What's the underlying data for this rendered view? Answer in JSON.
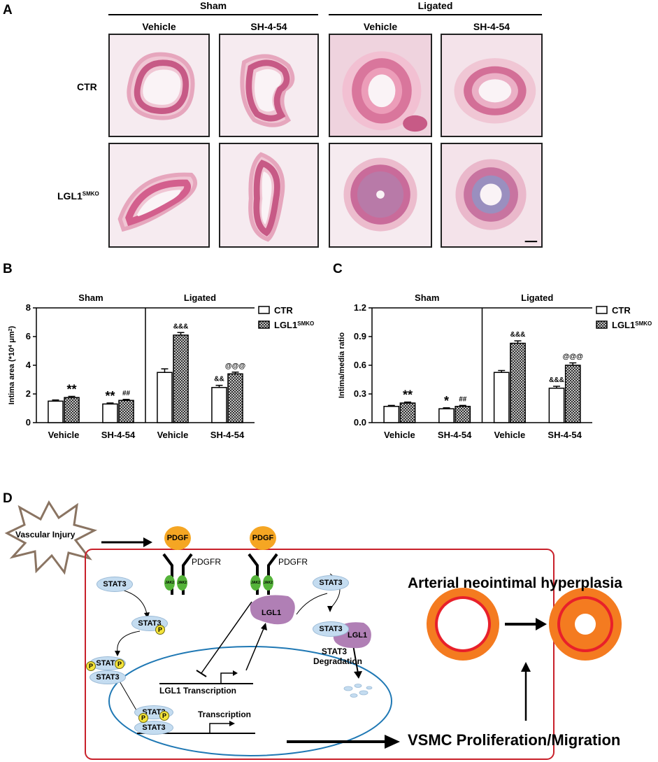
{
  "panel_a": {
    "label": "A",
    "group_sham": "Sham",
    "group_ligated": "Ligated",
    "col_vehicle_1": "Vehicle",
    "col_drug_1": "SH-4-54",
    "col_vehicle_2": "Vehicle",
    "col_drug_2": "SH-4-54",
    "row_ctr": "CTR",
    "row_ko_base": "LGL1",
    "row_ko_sup": "SMKO"
  },
  "chart_data": [
    {
      "type": "bar",
      "panel": "B",
      "ylabel_prefix": "Intima area (*10",
      "ylabel_sup1": "4",
      "ylabel_mid": " μm",
      "ylabel_sup2": "2",
      "ylabel_suffix": ")",
      "ylim": [
        0,
        8
      ],
      "yticks": [
        "0",
        "2",
        "4",
        "6",
        "8"
      ],
      "group_labels": [
        "Sham",
        "Ligated"
      ],
      "categories": [
        "Vehicle",
        "SH-4-54",
        "Vehicle",
        "SH-4-54"
      ],
      "series": [
        {
          "name": "CTR",
          "values": [
            1.5,
            1.3,
            3.5,
            2.45
          ],
          "errors": [
            0.08,
            0.07,
            0.25,
            0.15
          ],
          "annotations": [
            "",
            "**",
            "",
            "&&"
          ]
        },
        {
          "name": "LGL1SMKO",
          "values": [
            1.75,
            1.55,
            6.1,
            3.4
          ],
          "errors": [
            0.08,
            0.07,
            0.18,
            0.12
          ],
          "annotations": [
            "**",
            "##",
            "&&&",
            "@@@"
          ]
        }
      ],
      "legend": [
        "CTR",
        "LGL1"
      ],
      "legend_sup": "SMKO",
      "legend_position": "top-right"
    },
    {
      "type": "bar",
      "panel": "C",
      "ylabel": "Intima/media ratio",
      "ylim": [
        0,
        1.2
      ],
      "yticks": [
        "0.0",
        "0.3",
        "0.6",
        "0.9",
        "1.2"
      ],
      "group_labels": [
        "Sham",
        "Ligated"
      ],
      "categories": [
        "Vehicle",
        "SH-4-54",
        "Vehicle",
        "SH-4-54"
      ],
      "series": [
        {
          "name": "CTR",
          "values": [
            0.17,
            0.145,
            0.525,
            0.36
          ],
          "errors": [
            0.01,
            0.01,
            0.02,
            0.02
          ],
          "annotations": [
            "",
            "*",
            "",
            "&&&"
          ]
        },
        {
          "name": "LGL1SMKO",
          "values": [
            0.205,
            0.17,
            0.83,
            0.6
          ],
          "errors": [
            0.01,
            0.01,
            0.025,
            0.025
          ],
          "annotations": [
            "**",
            "##",
            "&&&",
            "@@@"
          ]
        }
      ],
      "legend": [
        "CTR",
        "LGL1"
      ],
      "legend_sup": "SMKO",
      "legend_position": "top-right"
    }
  ],
  "panel_b": {
    "label": "B"
  },
  "panel_c": {
    "label": "C"
  },
  "panel_d": {
    "label": "D",
    "injury": "Vascular Injury",
    "pdgf": "PDGF",
    "pdgfr": "PDGFR",
    "jak": "JAK2",
    "stat3": "STAT3",
    "p": "P",
    "lgl1": "LGL1",
    "lgl1_transcription": "LGL1 Transcription",
    "transcription": "Transcription",
    "degradation_1": "STAT3",
    "degradation_2": "Degradation",
    "hyperplasia": "Arterial neointimal hyperplasia",
    "vsmc": "VSMC Proliferation/Migration"
  },
  "colors": {
    "membrane": "#c8202a",
    "nucleus": "#1f78b4",
    "stat3": "#c4dcf0",
    "phospho": "#f5e43a",
    "jak2": "#55b33a",
    "pdgf": "#f5a623",
    "lgl1": "#b07fb5",
    "vessel_outer": "#f47b20",
    "vessel_ring": "#e8202a"
  }
}
